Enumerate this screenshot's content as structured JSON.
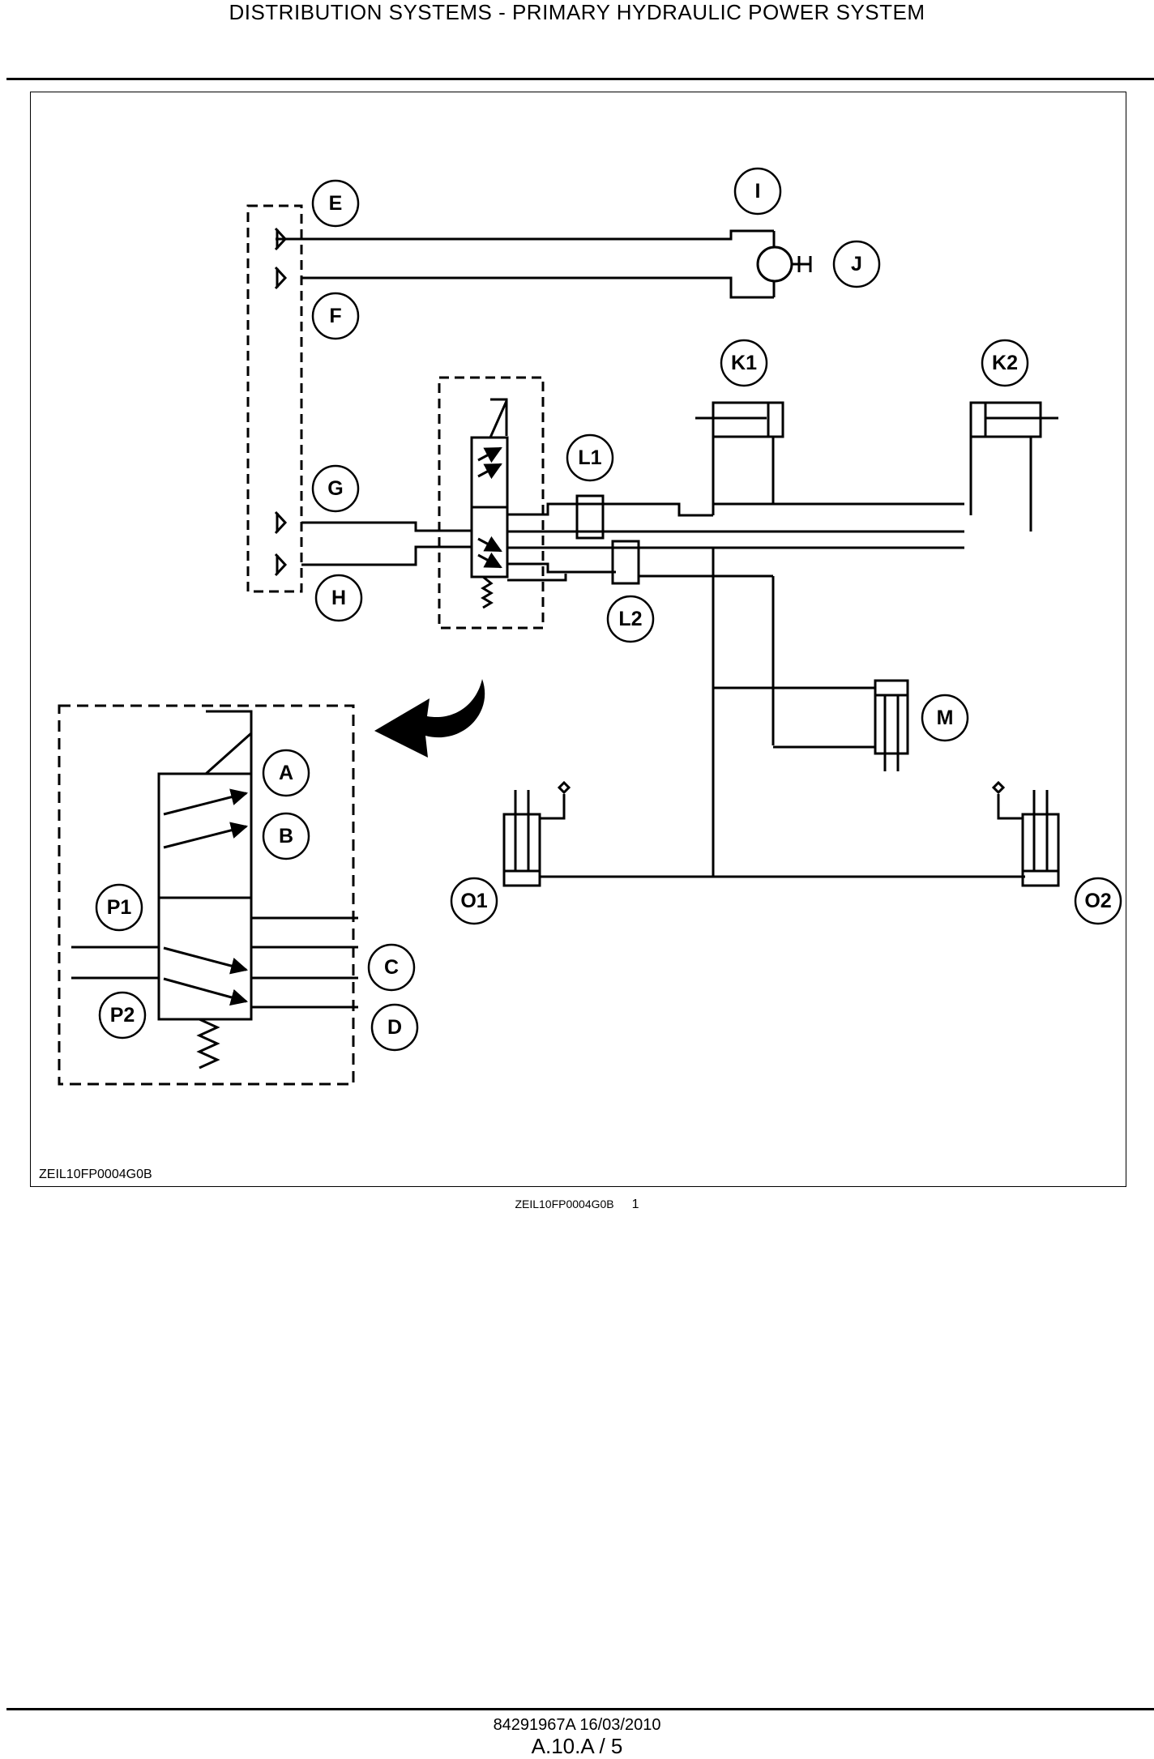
{
  "header": {
    "title": "DISTRIBUTION SYSTEMS - PRIMARY HYDRAULIC POWER SYSTEM"
  },
  "figure": {
    "code": "ZEIL10FP0004G0B",
    "caption_code": "ZEIL10FP0004G0B",
    "caption_number": "1",
    "callouts": {
      "E": "E",
      "F": "F",
      "G": "G",
      "H": "H",
      "I": "I",
      "J": "J",
      "K1": "K1",
      "K2": "K2",
      "L1": "L1",
      "L2": "L2",
      "M": "M",
      "O1": "O1",
      "O2": "O2",
      "A": "A",
      "B": "B",
      "C": "C",
      "D": "D",
      "P1": "P1",
      "P2": "P2"
    }
  },
  "footer": {
    "doc_ref": "84291967A 16/03/2010",
    "page": "A.10.A / 5"
  }
}
